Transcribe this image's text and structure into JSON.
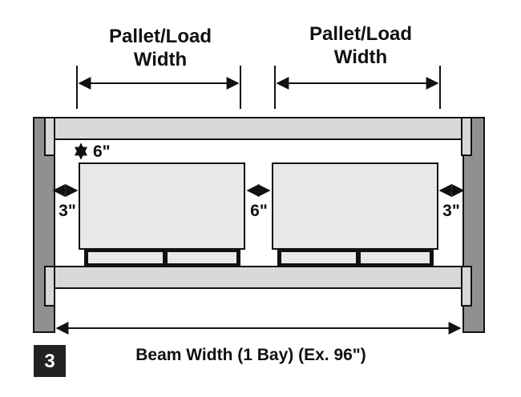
{
  "diagram": {
    "pallet_width_left": [
      "Pallet/Load",
      "Width"
    ],
    "pallet_width_right": [
      "Pallet/Load",
      "Width"
    ],
    "top_clearance": "6\"",
    "left_clearance": "3\"",
    "center_clearance": "6\"",
    "right_clearance": "3\"",
    "beam_width_label": "Beam Width (1 Bay) (Ex. 96\")",
    "step_number": "3"
  },
  "colors": {
    "upright": "#8f9092",
    "beam": "#d7d8d9",
    "load": "#e8e8e9",
    "pallet": "#e8e8e9",
    "line": "#111111",
    "step_badge": "#222222"
  }
}
